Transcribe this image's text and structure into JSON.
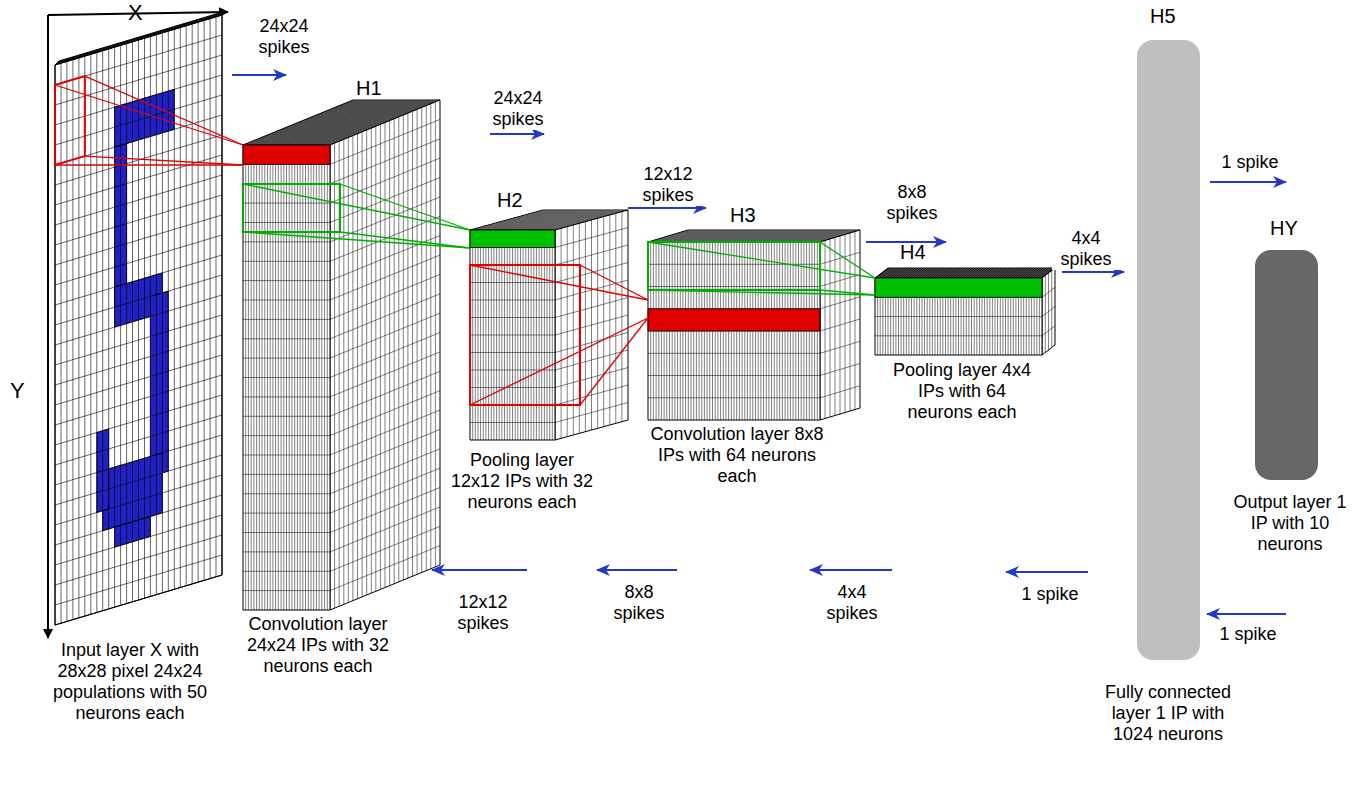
{
  "diagram": {
    "nodes": [
      {
        "text": [
          "Input layer X with 28x28 pixel 24x24 populations with 50 neurons each"
        ]
      },
      {
        "text": [
          "H1",
          "Convolution layer 24x24 IPs with 32 neurons each"
        ]
      },
      {
        "text": [
          "H2",
          "Pooling layer 12x12 IPs with 32 neurons each"
        ]
      },
      {
        "text": [
          "H3",
          "Convolution layer 8x8 IPs with 64 neurons each"
        ]
      },
      {
        "text": [
          "H4",
          "Pooling layer 4x4 IPs with 64 neurons each"
        ]
      },
      {
        "text": [
          "H5",
          "Fully connected layer 1 IP with 1024 neurons"
        ]
      },
      {
        "text": [
          "HY",
          "Output layer 1 IP with 10 neurons"
        ]
      }
    ],
    "edges": [
      {
        "from": 0,
        "to": 1,
        "label": "24x24 spikes",
        "arrow": "to"
      },
      {
        "from": 1,
        "to": 2,
        "label": "24x24 spikes",
        "arrow": "to"
      },
      {
        "from": 2,
        "to": 3,
        "label": "12x12 spikes",
        "arrow": "to"
      },
      {
        "from": 3,
        "to": 4,
        "label": "8x8 spikes",
        "arrow": "to"
      },
      {
        "from": 4,
        "to": 5,
        "label": "4x4 spikes",
        "arrow": "to"
      },
      {
        "from": 5,
        "to": 6,
        "label": "1 spike",
        "arrow": "to"
      },
      {
        "from": 6,
        "to": 5,
        "label": "1 spike",
        "arrow": "to"
      },
      {
        "from": 5,
        "to": 4,
        "label": "1 spike",
        "arrow": "to"
      },
      {
        "from": 4,
        "to": 3,
        "label": "4x4 spikes",
        "arrow": "to"
      },
      {
        "from": 3,
        "to": 2,
        "label": "8x8 spikes",
        "arrow": "to"
      },
      {
        "from": 2,
        "to": 1,
        "label": "12x12 spikes",
        "arrow": "to"
      }
    ],
    "labels": [
      "X",
      "Y"
    ]
  }
}
